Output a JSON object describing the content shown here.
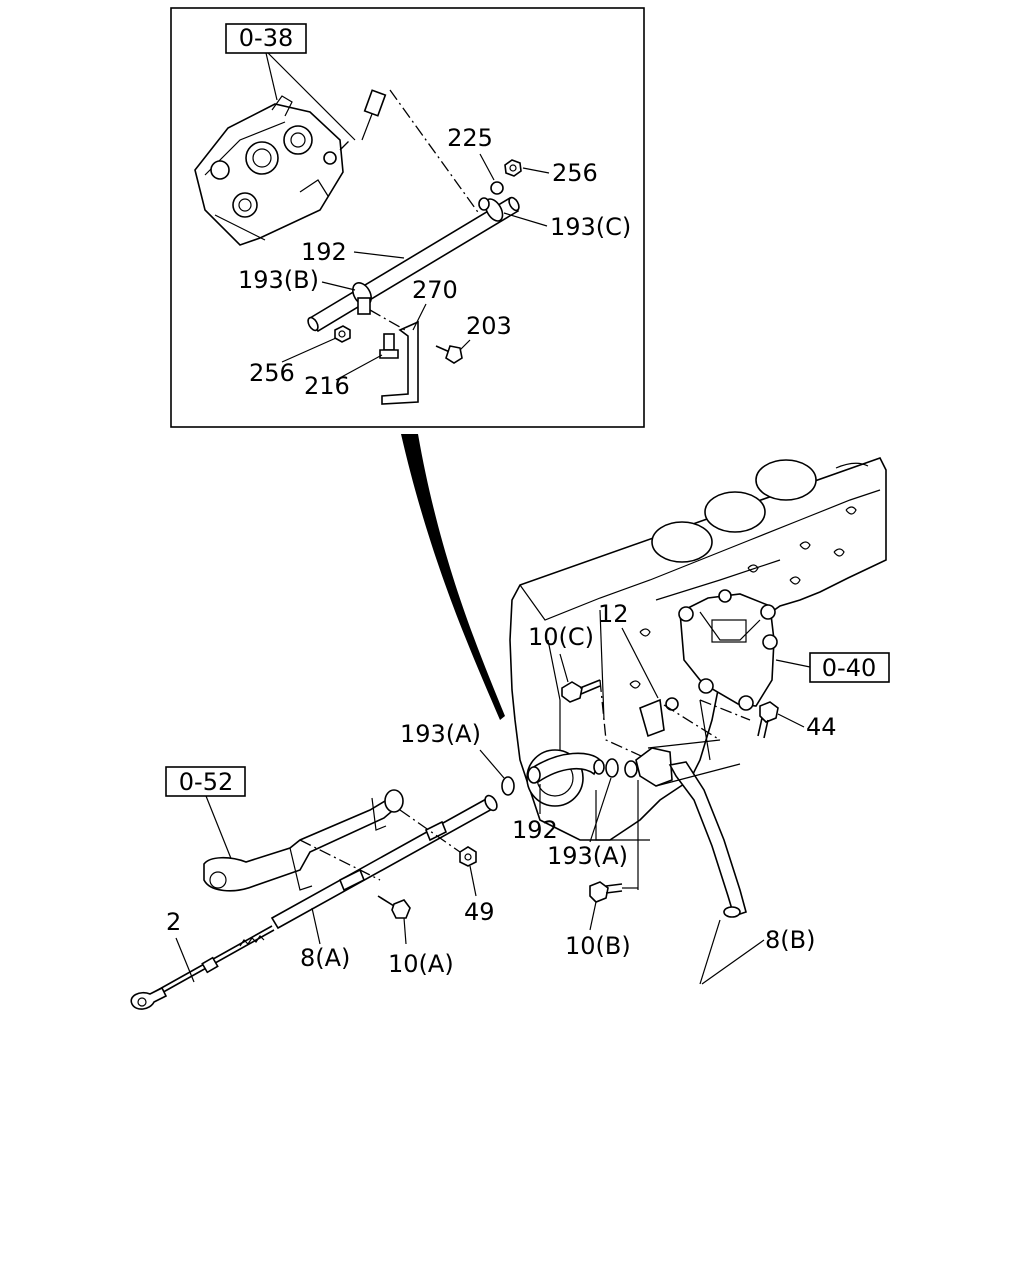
{
  "refs": {
    "r0_38": "0-38",
    "r0_40": "0-40",
    "r0_52": "0-52"
  },
  "labels": {
    "l225": "225",
    "l256a": "256",
    "l193c": "193(C)",
    "l192a": "192",
    "l193b": "193(B)",
    "l270": "270",
    "l203": "203",
    "l256b": "256",
    "l216": "216",
    "l12": "12",
    "l10c": "10(C)",
    "l44": "44",
    "l193a1": "193(A)",
    "l192b": "192",
    "l193a2": "193(A)",
    "l49": "49",
    "l2": "2",
    "l8a": "8(A)",
    "l10a": "10(A)",
    "l10b": "10(B)",
    "l8b": "8(B)"
  }
}
